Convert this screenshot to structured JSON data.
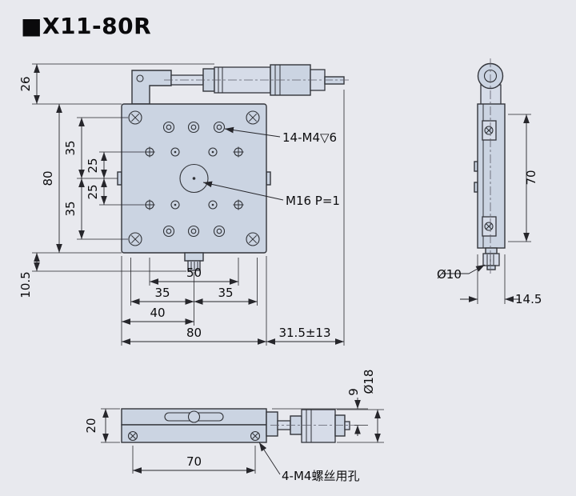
{
  "title": "■X11-80R",
  "colors": {
    "bg": "#e8e9ee",
    "body_fill": "#cbd4e2",
    "body_fill2": "#d6dce8",
    "line": "#33353b"
  },
  "plan": {
    "dim_26": "26",
    "dim_80_left": "80",
    "dim_35_upper": "35",
    "dim_35_lower": "35",
    "dim_25_upper": "25",
    "dim_25_lower": "25",
    "dim_10_5": "10.5",
    "dim_50": "50",
    "dim_35_b_left": "35",
    "dim_35_b_right": "35",
    "dim_40": "40",
    "dim_80_bottom": "80",
    "dim_travel": "31.5±13",
    "note_holes": "14-M4▽6",
    "note_center": "M16 P=1"
  },
  "side": {
    "dim_70": "70",
    "dim_dia10": "Ø10",
    "dim_14_5": "14.5"
  },
  "front": {
    "dim_20": "20",
    "dim_9": "9",
    "dim_dia18": "Ø18",
    "dim_70": "70",
    "note_screws": "4-M4螺丝用孔"
  }
}
